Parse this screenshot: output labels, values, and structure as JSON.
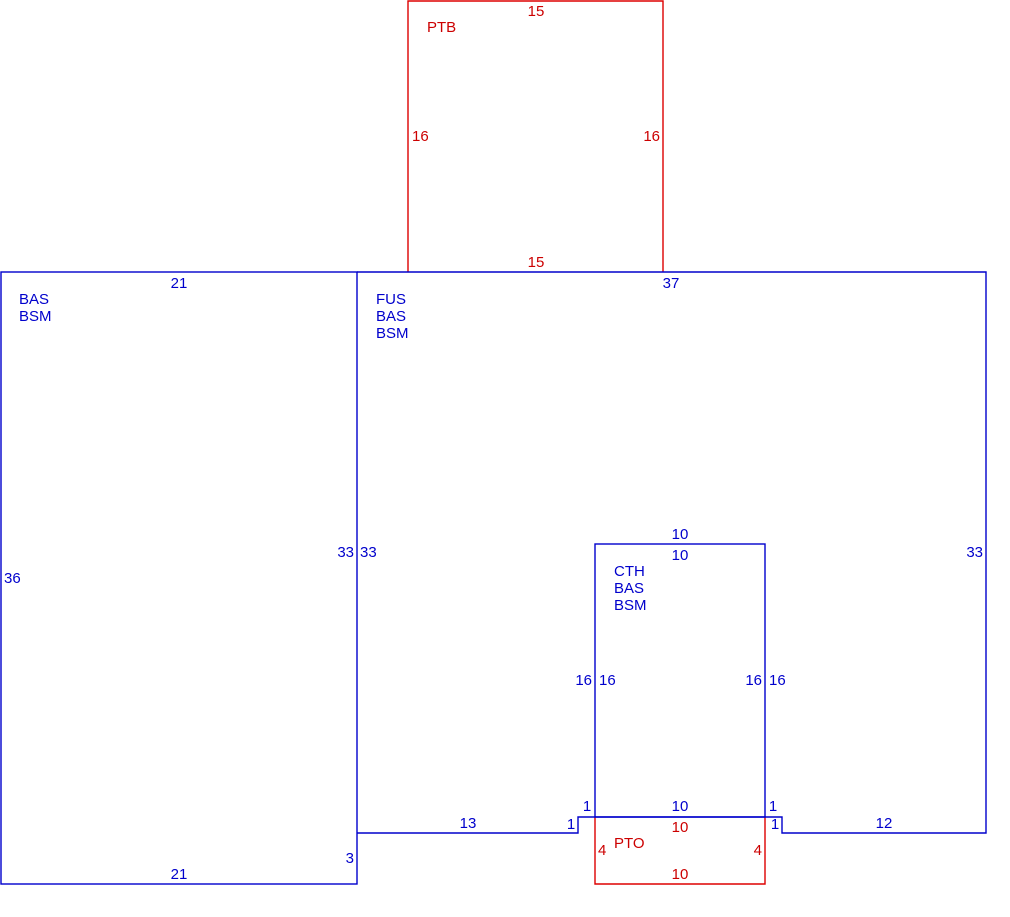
{
  "colors": {
    "living": "#0000cc",
    "porch": "#dd0000",
    "background": "#ffffff"
  },
  "areas": {
    "left": {
      "codes": [
        "BAS",
        "BSM"
      ],
      "dims": {
        "top": "21",
        "left": "36",
        "right": "33",
        "bottom": "21",
        "notch": "3"
      }
    },
    "main": {
      "codes": [
        "FUS",
        "BAS",
        "BSM"
      ],
      "dims": {
        "top": "37",
        "left": "33",
        "right": "33",
        "bottom_left": "13",
        "bottom_right": "12",
        "step_left_a": "1",
        "step_left_b": "1",
        "step_right_a": "1",
        "step_right_b": "1"
      }
    },
    "cth": {
      "codes": [
        "CTH",
        "BAS",
        "BSM"
      ],
      "dims": {
        "top_outer": "10",
        "top_inner": "10",
        "left_outer": "16",
        "left_inner": "16",
        "right_inner": "16",
        "right_outer": "16",
        "bottom": "10"
      }
    },
    "ptb": {
      "code": "PTB",
      "dims": {
        "top": "15",
        "left": "16",
        "right": "16",
        "bottom": "15"
      }
    },
    "pto": {
      "code": "PTO",
      "dims": {
        "top": "10",
        "left": "4",
        "right": "4",
        "bottom": "10"
      }
    }
  }
}
